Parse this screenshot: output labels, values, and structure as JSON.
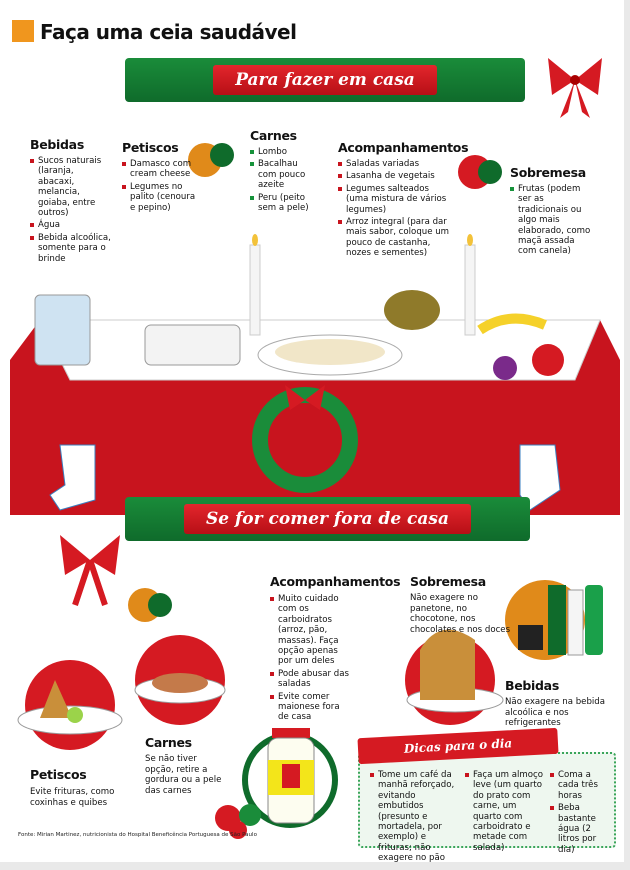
{
  "title": "Faça uma ceia saudável",
  "colors": {
    "accent": "#f0961e",
    "red": "#d51a22",
    "green": "#16923a"
  },
  "home": {
    "banner": "Para fazer em casa",
    "bebidas": {
      "title": "Bebidas",
      "items": [
        "Sucos naturais (laranja, abacaxi, melancia, goiaba, entre outros)",
        "Água",
        "Bebida alcoólica, somente para o brinde"
      ]
    },
    "petiscos": {
      "title": "Petiscos",
      "items": [
        "Damasco com cream cheese",
        "Legumes no palito (cenoura e pepino)"
      ]
    },
    "carnes": {
      "title": "Carnes",
      "items": [
        "Lombo",
        "Bacalhau com pouco azeite",
        "Peru (peito sem a pele)"
      ]
    },
    "acompanhamentos": {
      "title": "Acompanhamentos",
      "items": [
        "Saladas variadas",
        "Lasanha de vegetais",
        "Legumes salteados (uma mistura de vários legumes)",
        "Arroz integral (para dar mais sabor, coloque um pouco de castanha, nozes e sementes)"
      ]
    },
    "sobremesa": {
      "title": "Sobremesa",
      "items": [
        "Frutas (podem ser as tradicionais ou algo mais elaborado, como maçã assada com canela)"
      ]
    }
  },
  "away": {
    "banner": "Se for comer fora de casa",
    "acompanhamentos": {
      "title": "Acompanhamentos",
      "items": [
        "Muito cuidado com os carboidratos (arroz, pão, massas). Faça opção apenas por um deles",
        "Pode abusar das saladas",
        "Evite comer maionese fora de casa"
      ]
    },
    "sobremesa": {
      "title": "Sobremesa",
      "text": "Não exagere no panetone, no chocotone, nos chocolates e nos doces"
    },
    "bebidas": {
      "title": "Bebidas",
      "text": "Não exagere na bebida alcoólica e nos refrigerantes"
    },
    "carnes": {
      "title": "Carnes",
      "text": "Se não tiver opção, retire a gordura ou a pele das carnes"
    },
    "petiscos": {
      "title": "Petiscos",
      "text": "Evite frituras, como coxinhas e quibes"
    }
  },
  "dicas": {
    "title": "Dicas para o dia",
    "col1": [
      "Tome um café da manhã reforçado, evitando embutidos (presunto e mortadela, por exemplo) e frituras; não exagere no pão"
    ],
    "col2": [
      "Faça um almoço leve (um quarto do prato com carne, um quarto com carboidrato e metade com salada)"
    ],
    "col3": [
      "Coma a cada três horas",
      "Beba bastante água (2 litros por dia)"
    ]
  },
  "source": "Fonte: Mirian Martinez, nutricionista do Hospital Beneficência Portuguesa de São Paulo"
}
